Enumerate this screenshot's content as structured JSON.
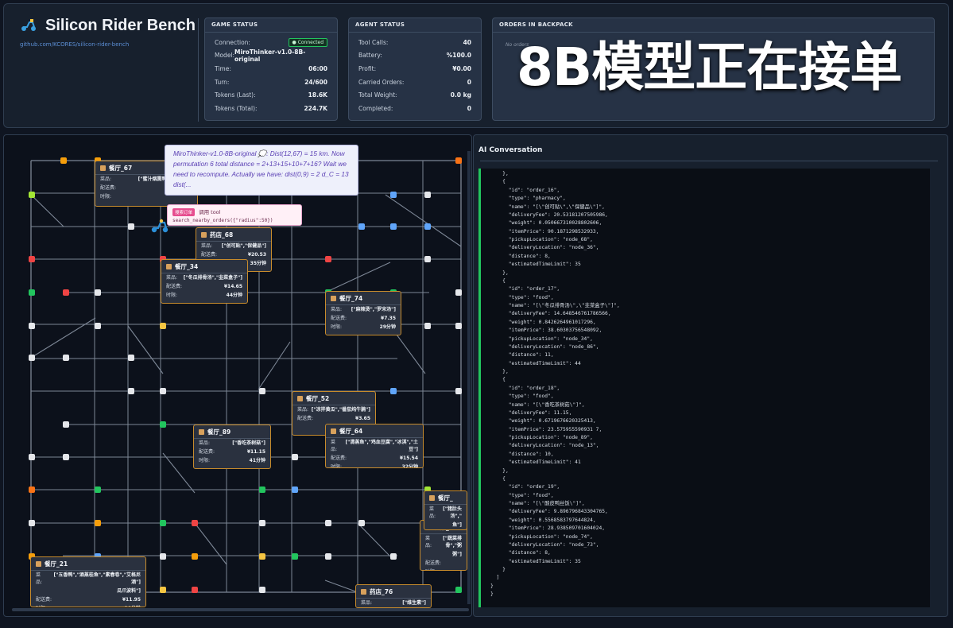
{
  "header": {
    "app_title": "Silicon Rider Bench",
    "repo_link": "github.com/KCORES/silicon-rider-bench",
    "overlay_caption": "8B模型正在接单"
  },
  "game_status": {
    "title": "GAME STATUS",
    "rows": [
      {
        "label": "Connection:",
        "value": "● Connected"
      },
      {
        "label": "Model:",
        "value": "MiroThinker-v1.0-8B-original"
      },
      {
        "label": "Time:",
        "value": "06:00"
      },
      {
        "label": "Turn:",
        "value": "24/600"
      },
      {
        "label": "Tokens (Last):",
        "value": "18.6K"
      },
      {
        "label": "Tokens (Total):",
        "value": "224.7K"
      }
    ]
  },
  "agent_status": {
    "title": "AGENT STATUS",
    "rows": [
      {
        "label": "Tool Calls:",
        "value": "40"
      },
      {
        "label": "Battery:",
        "value": "%100.0"
      },
      {
        "label": "Profit:",
        "value": "¥0.00"
      },
      {
        "label": "Carried Orders:",
        "value": "0"
      },
      {
        "label": "Total Weight:",
        "value": "0.0 kg"
      },
      {
        "label": "Completed:",
        "value": "0"
      }
    ]
  },
  "backpack": {
    "title": "ORDERS IN BACKPACK",
    "empty_text": "No orders"
  },
  "conversation": {
    "title": "AI Conversation",
    "code_lines": [
      "    },",
      "    {",
      "      \"id\": \"order_16\",",
      "      \"type\": \"pharmacy\",",
      "      \"name\": \"[\\\"创可贴\\\",\\\"保健品\\\"]\",",
      "      \"deliveryFee\": 20.53181207505986,",
      "      \"weight\": 0.050667310028802606,",
      "      \"itemPrice\": 90.1871298532933,",
      "      \"pickupLocation\": \"node_68\",",
      "      \"deliveryLocation\": \"node_36\",",
      "      \"distance\": 8,",
      "      \"estimatedTimeLimit\": 35",
      "    },",
      "    {",
      "      \"id\": \"order_17\",",
      "      \"type\": \"food\",",
      "      \"name\": \"[\\\"冬瓜排骨汤\\\",\\\"韭菜盒子\\\"]\",",
      "      \"deliveryFee\": 14.648546761786566,",
      "      \"weight\": 0.8426264961017296,",
      "      \"itemPrice\": 38.60303756548092,",
      "      \"pickupLocation\": \"node_34\",",
      "      \"deliveryLocation\": \"node_86\",",
      "      \"distance\": 11,",
      "      \"estimatedTimeLimit\": 44",
      "    },",
      "    {",
      "      \"id\": \"order_18\",",
      "      \"type\": \"food\",",
      "      \"name\": \"[\\\"香吃茶树菇\\\"]\",",
      "      \"deliveryFee\": 11.15,",
      "      \"weight\": 0.6719676620325413,",
      "      \"itemPrice\": 23.575955590931 7,",
      "      \"pickupLocation\": \"node_89\",",
      "      \"deliveryLocation\": \"node_13\",",
      "      \"distance\": 10,",
      "      \"estimatedTimeLimit\": 41",
      "    },",
      "    {",
      "      \"id\": \"order_19\",",
      "      \"type\": \"food\",",
      "      \"name\": \"[\\\"酸皮鸭丝饭\\\"]\",",
      "      \"deliveryFee\": 9.896796843304765,",
      "      \"weight\": 0.5568583797644824,",
      "      \"itemPrice\": 28.938509701604024,",
      "      \"pickupLocation\": \"node_74\",",
      "      \"deliveryLocation\": \"node_73\",",
      "      \"distance\": 8,",
      "      \"estimatedTimeLimit\": 35",
      "    }",
      "  ]",
      "}",
      "}"
    ]
  },
  "thought_bubble": {
    "text": "MiroThinker-v1.0-8B-original 💭: Dist(12,67) = 15 km. Now permutation 6 total distance = 2+13+15+10+7+16? Wait we need to recompute. Actually we have: dist(0,9) = 2 d_C = 13 dist(..."
  },
  "tool_call": {
    "tag": "搜索订单",
    "action": "调用 tool",
    "call": "search_nearby_orders({\"radius\":50})"
  },
  "order_cards": [
    {
      "title": "餐厅_67",
      "rows": [
        [
          "菜品:",
          "[\"蜜汁烟熏鸭肉卷\",\"凉水"
        ],
        [
          "配送费:",
          ""
        ],
        [
          "时限:",
          ""
        ]
      ]
    },
    {
      "title": "药店_68",
      "rows": [
        [
          "菜品:",
          "[\"创可贴\",\"保健品\"]"
        ],
        [
          "配送费:",
          "¥20.53"
        ],
        [
          "时限:",
          "35分钟"
        ]
      ]
    },
    {
      "title": "餐厅_34",
      "rows": [
        [
          "菜品:",
          "[\"冬瓜排骨汤\",\"韭菜盒子\"]"
        ],
        [
          "配送费:",
          "¥14.65"
        ],
        [
          "时限:",
          "44分钟"
        ]
      ]
    },
    {
      "title": "餐厅_74",
      "rows": [
        [
          "菜品:",
          "[\"麻辣烫\",\"罗宋汤\"]"
        ],
        [
          "配送费:",
          "¥7.35"
        ],
        [
          "时限:",
          "29分钟"
        ]
      ]
    },
    {
      "title": "餐厅_52",
      "rows": [
        [
          "菜品:",
          "[\"凉拌黄瓜\",\"番茄炖牛腩\"]"
        ],
        [
          "配送费:",
          "¥3.65"
        ]
      ]
    },
    {
      "title": "餐厅_64",
      "rows": [
        [
          "菜品:",
          "[\"清蒸鱼\",\"鸡血豆腐\",\"冰淇\",\"土豆\"]"
        ],
        [
          "配送费:",
          "¥15.54"
        ],
        [
          "时限:",
          "32分钟"
        ]
      ]
    },
    {
      "title": "餐厅_89",
      "rows": [
        [
          "菜品:",
          "[\"香吃茶树菇\"]"
        ],
        [
          "配送费:",
          "¥11.15"
        ],
        [
          "时限:",
          "41分钟"
        ]
      ]
    },
    {
      "title": "餐厅_21",
      "rows": [
        [
          "菜品:",
          "[\"五香鸭\",\"酒蒸桂鱼\",\"素春卷\",\"艾格尼酒\"]"
        ],
        [
          "",
          "瓜爪波料\"]"
        ],
        [
          "配送费:",
          "¥11.95"
        ],
        [
          "时限:",
          "20分钟"
        ]
      ]
    },
    {
      "title": "餐厅_85",
      "rows": [
        [
          "菜品:",
          "[\"蔬菜排骨\",\"粥"
        ],
        [
          "",
          "粥\"]"
        ],
        [
          "配送费:",
          ""
        ],
        [
          "时限:",
          ""
        ]
      ]
    },
    {
      "title": "餐厅_",
      "rows": [
        [
          "菜品:",
          "[\"猪肚头汤\",\""
        ],
        [
          "",
          "鱼\"]"
        ],
        [
          "配送费:",
          ""
        ]
      ]
    },
    {
      "title": "药店_76",
      "rows": [
        [
          "菜品:",
          "[\"维生素\"]"
        ]
      ]
    }
  ],
  "colors": {
    "accent": "#22c55e",
    "card_border": "#c88c2c",
    "road": "#7d8796",
    "background": "#0c111b"
  }
}
